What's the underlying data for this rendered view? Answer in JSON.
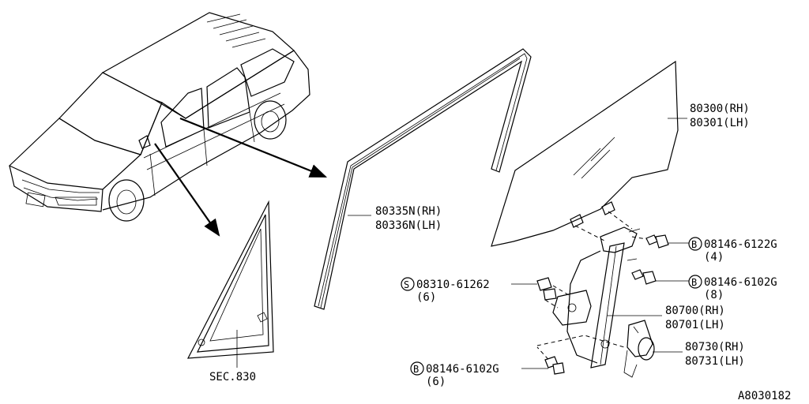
{
  "sec_ref": "SEC.830",
  "diagram_id": "A8030182",
  "callouts": {
    "glass": {
      "rh": "80300(RH)",
      "lh": "80301(LH)"
    },
    "sash": {
      "rh": "80335N(RH)",
      "lh": "80336N(LH)"
    },
    "regulator": {
      "rh": "80700(RH)",
      "lh": "80701(LH)"
    },
    "motor": {
      "rh": "80730(RH)",
      "lh": "80731(LH)"
    },
    "bolt_upper": {
      "marker": "B",
      "part": "08146-6122G",
      "qty": "(4)"
    },
    "bolt_middle": {
      "marker": "B",
      "part": "08146-6102G",
      "qty": "(8)"
    },
    "bolt_lower": {
      "marker": "B",
      "part": "08146-6102G",
      "qty": "(6)"
    },
    "screw": {
      "marker": "S",
      "part": "08310-61262",
      "qty": "(6)"
    }
  }
}
